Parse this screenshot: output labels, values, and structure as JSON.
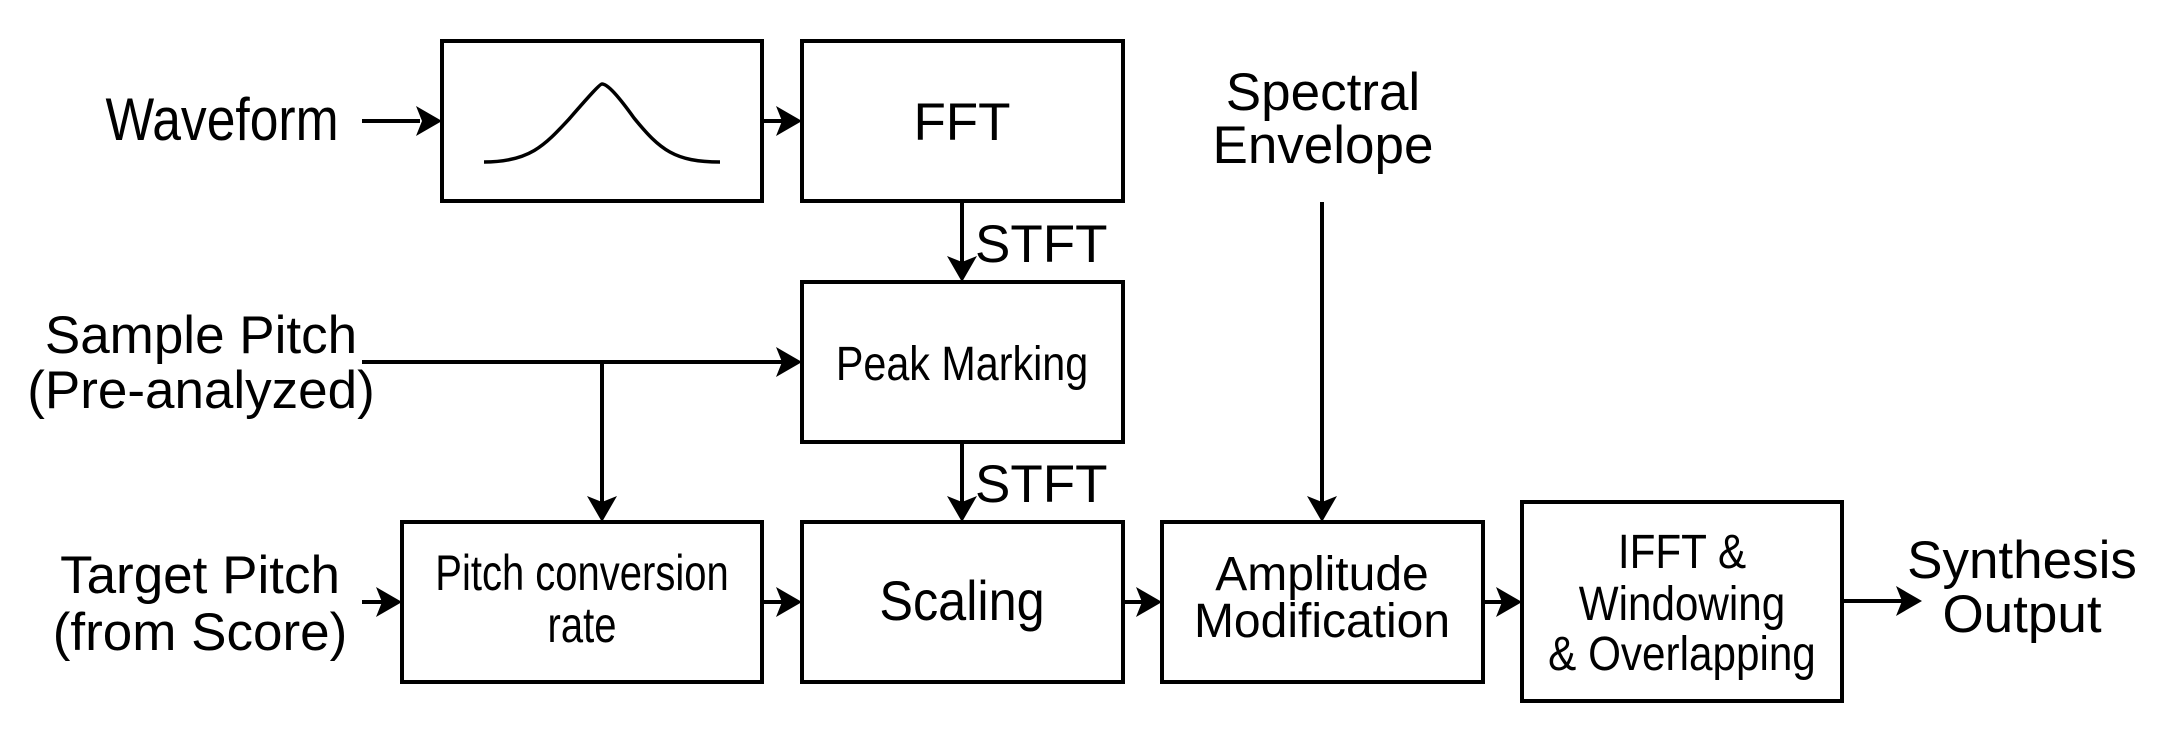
{
  "diagram": {
    "inputs": {
      "waveform": "Waveform",
      "sample_pitch": [
        "Sample Pitch",
        "(Pre-analyzed)"
      ],
      "target_pitch": [
        "Target Pitch",
        "(from Score)"
      ],
      "spectral_envelope": [
        "Spectral",
        "Envelope"
      ]
    },
    "blocks": {
      "window": {
        "icon": "gaussian-window-icon"
      },
      "fft": [
        "FFT"
      ],
      "peak_marking": [
        "Peak Marking"
      ],
      "pitch_conversion": [
        "Pitch conversion",
        "rate"
      ],
      "scaling": [
        "Scaling"
      ],
      "amplitude_modification": [
        "Amplitude",
        "Modification"
      ],
      "ifft": [
        "IFFT &",
        "Windowing",
        "& Overlapping"
      ]
    },
    "edge_labels": {
      "fft_to_peak": "STFT",
      "peak_to_scaling": "STFT"
    },
    "output": [
      "Synthesis",
      "Output"
    ]
  }
}
